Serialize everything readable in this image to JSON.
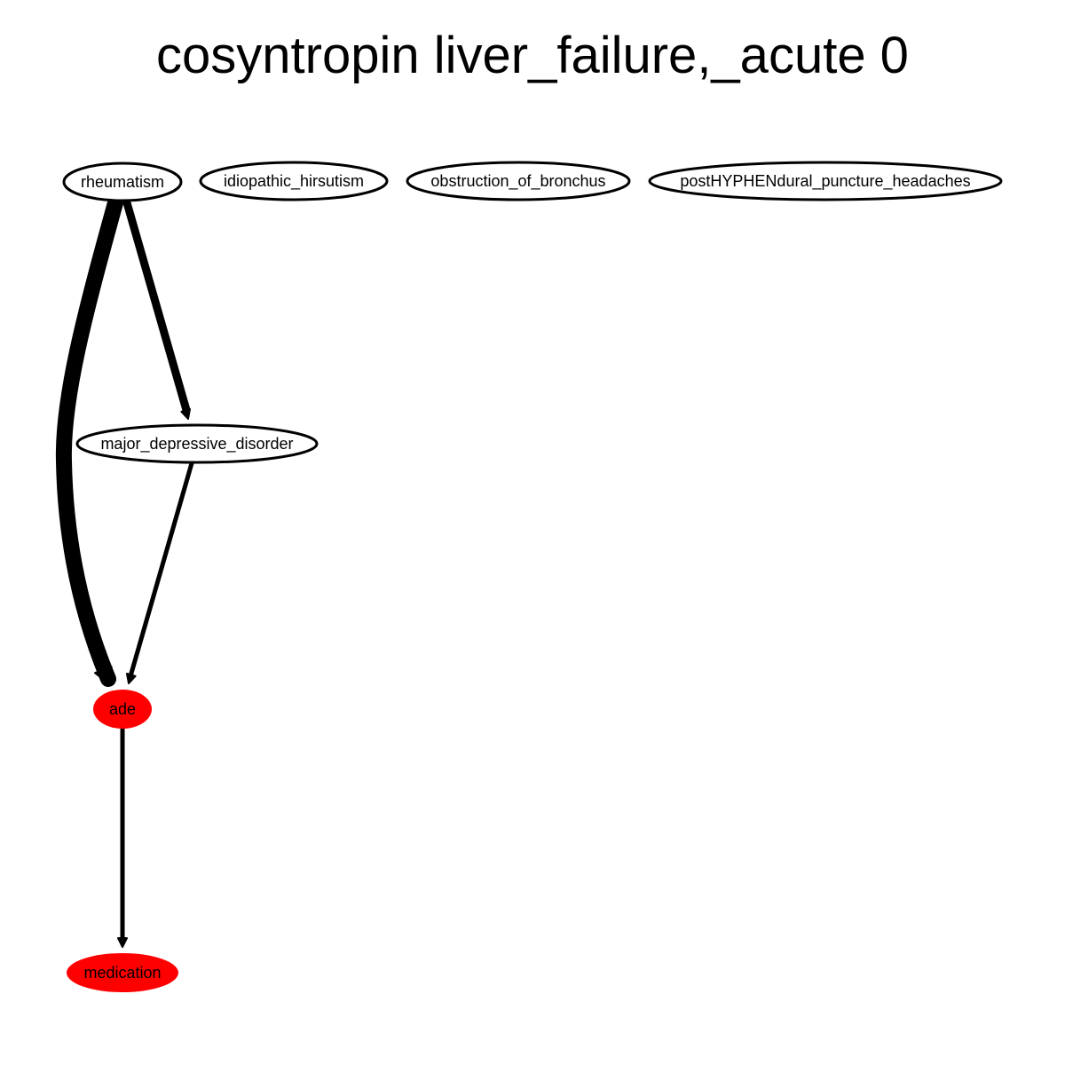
{
  "title": "cosyntropin liver_failure,_acute 0",
  "colors": {
    "outcome_fill": "#ff0000",
    "default_fill": "#ffffff",
    "stroke": "#000000"
  },
  "nodes": [
    {
      "id": "rheumatism",
      "label": "rheumatism",
      "kind": "default"
    },
    {
      "id": "idiopathic_hirsutism",
      "label": "idiopathic_hirsutism",
      "kind": "default"
    },
    {
      "id": "obstruction_of_bronchus",
      "label": "obstruction_of_bronchus",
      "kind": "default"
    },
    {
      "id": "post_dural",
      "label": "postHYPHENdural_puncture_headaches",
      "kind": "default"
    },
    {
      "id": "major_depressive_disorder",
      "label": "major_depressive_disorder",
      "kind": "default"
    },
    {
      "id": "ade",
      "label": "ade",
      "kind": "outcome"
    },
    {
      "id": "medication",
      "label": "medication",
      "kind": "outcome"
    }
  ],
  "edges": [
    {
      "from": "rheumatism",
      "to": "ade",
      "weight": "heavy"
    },
    {
      "from": "rheumatism",
      "to": "major_depressive_disorder",
      "weight": "medium"
    },
    {
      "from": "major_depressive_disorder",
      "to": "ade",
      "weight": "light"
    },
    {
      "from": "ade",
      "to": "medication",
      "weight": "light"
    }
  ]
}
